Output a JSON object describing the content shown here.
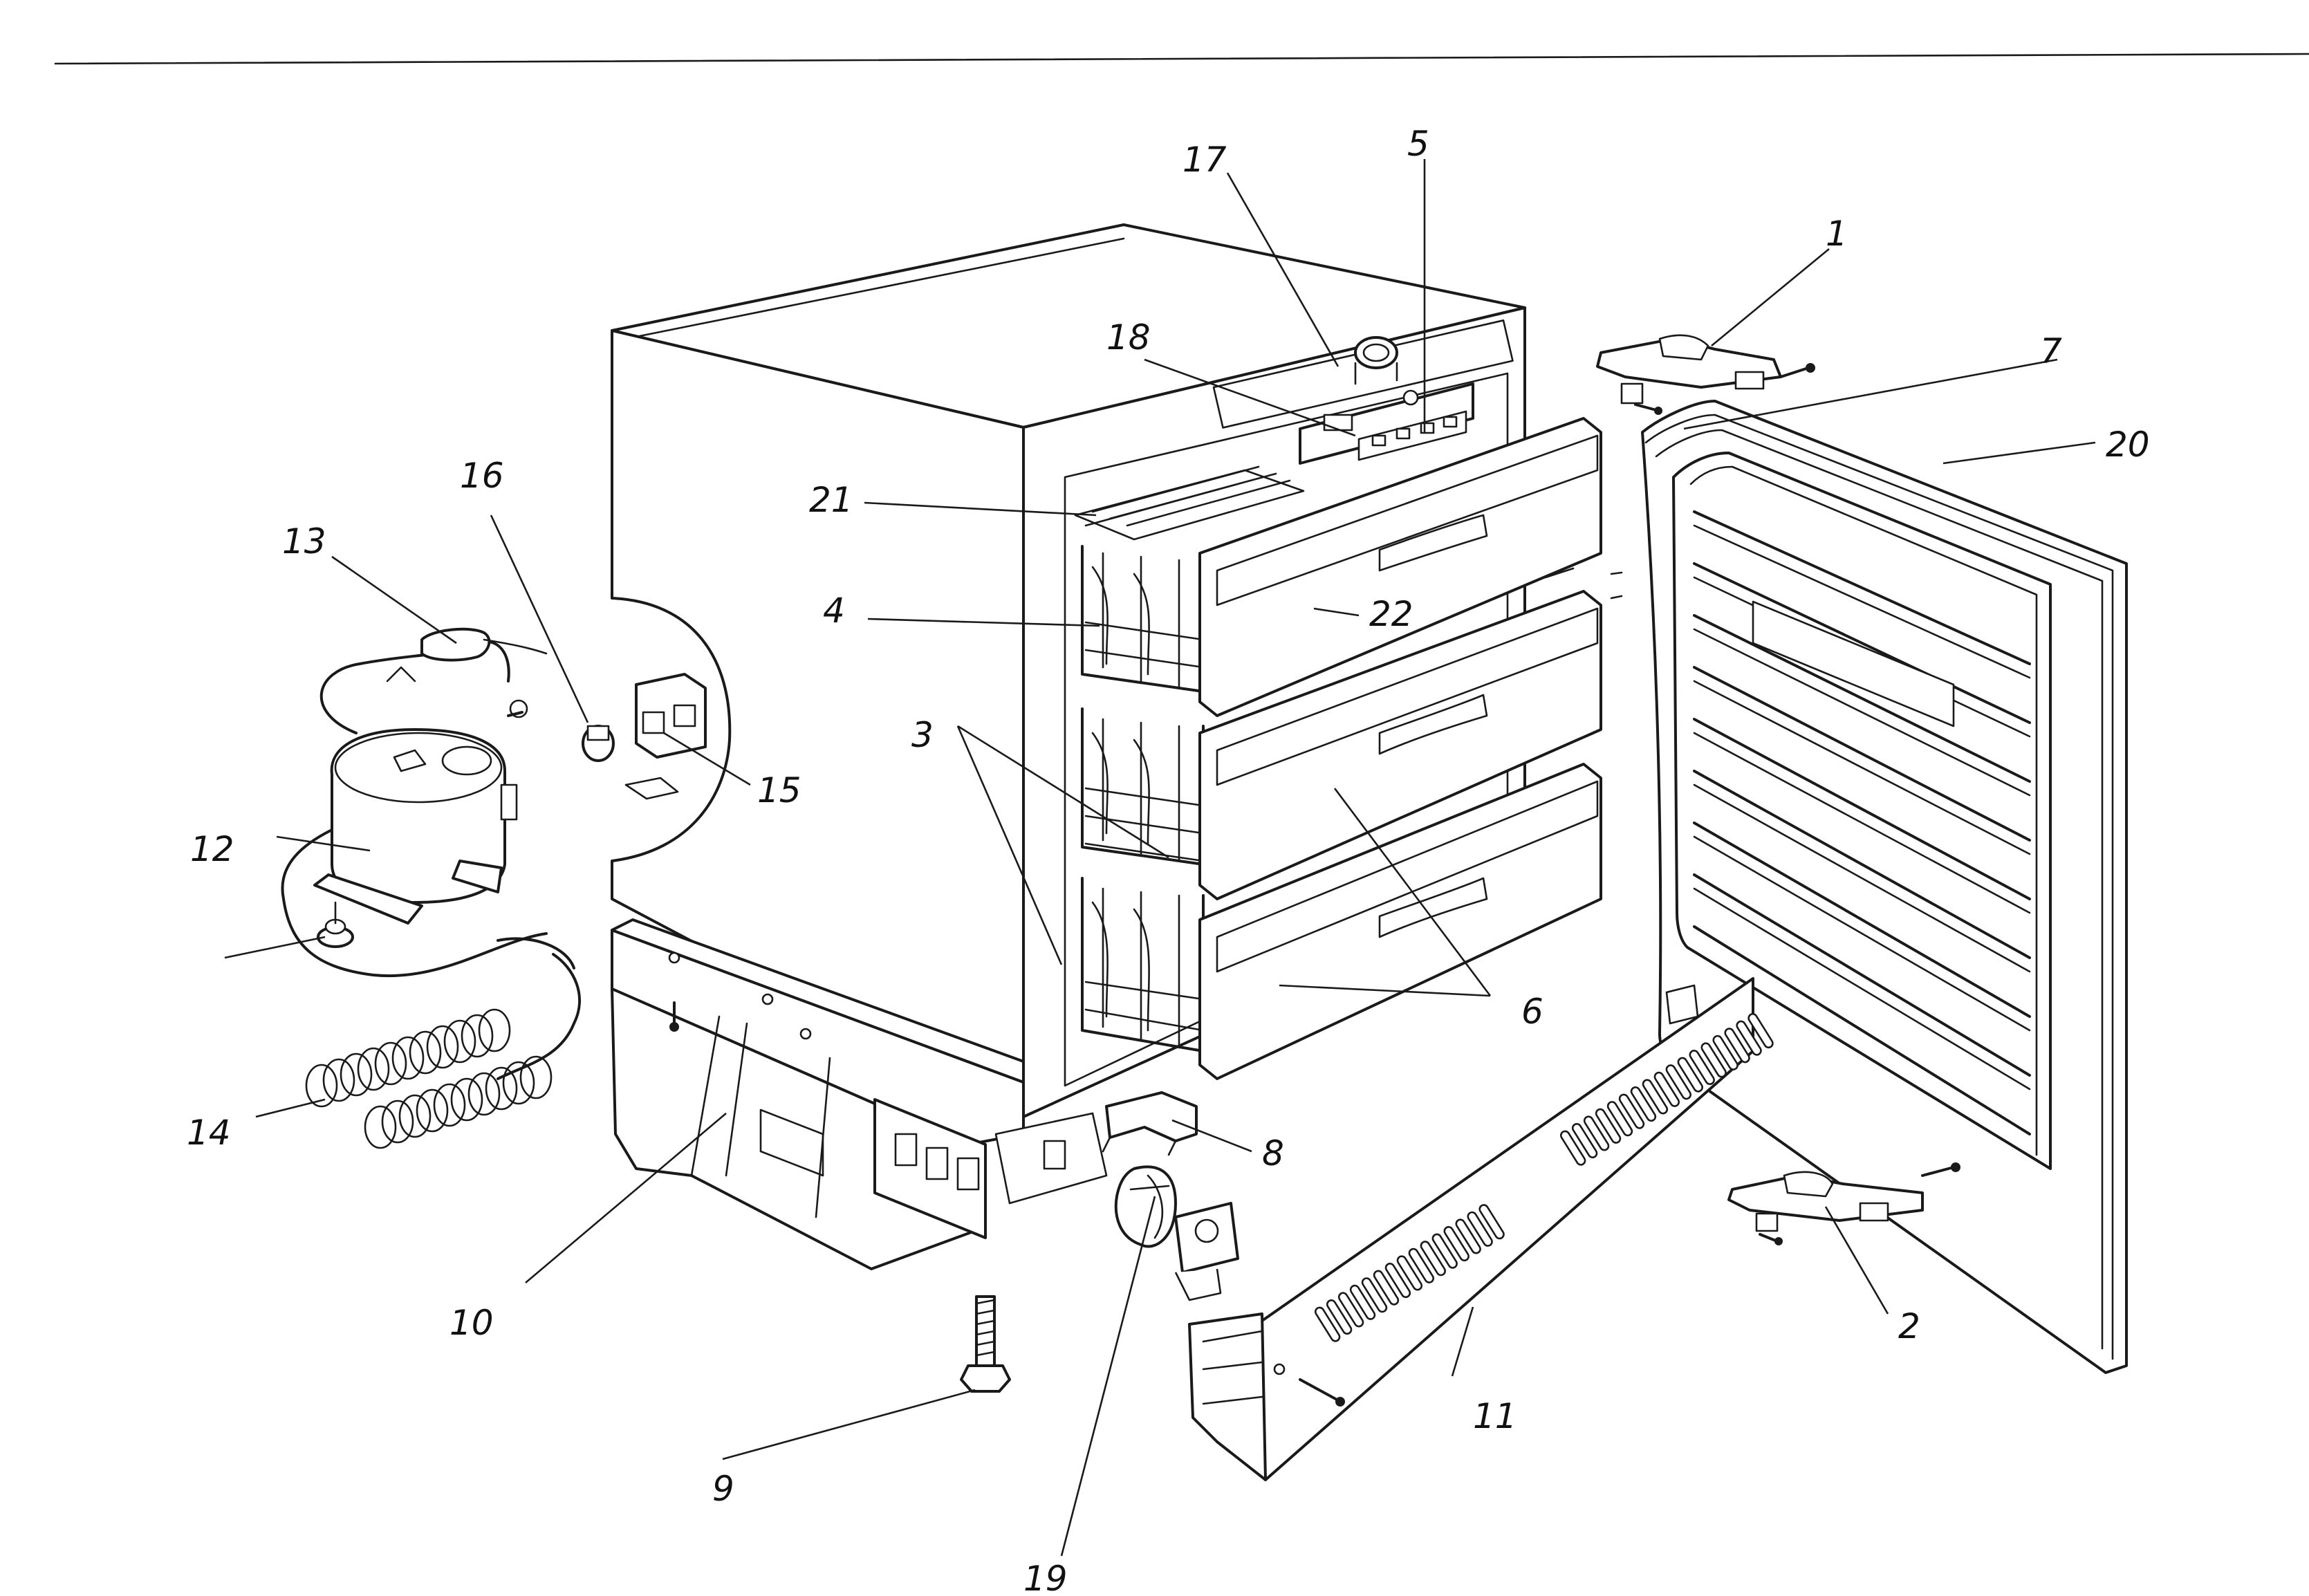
{
  "callouts": {
    "c1": "1",
    "c2": "2",
    "c3": "3",
    "c4": "4",
    "c5": "5",
    "c6": "6",
    "c7": "7",
    "c8": "8",
    "c9": "9",
    "c10": "10",
    "c11": "11",
    "c12": "12",
    "c13": "13",
    "c14": "14",
    "c15": "15",
    "c16": "16",
    "c17": "17",
    "c18": "18",
    "c19": "19",
    "c20": "20",
    "c21": "21",
    "c22": "22"
  },
  "colors": {
    "ink": "#1a1a1a",
    "paper": "#ffffff"
  }
}
